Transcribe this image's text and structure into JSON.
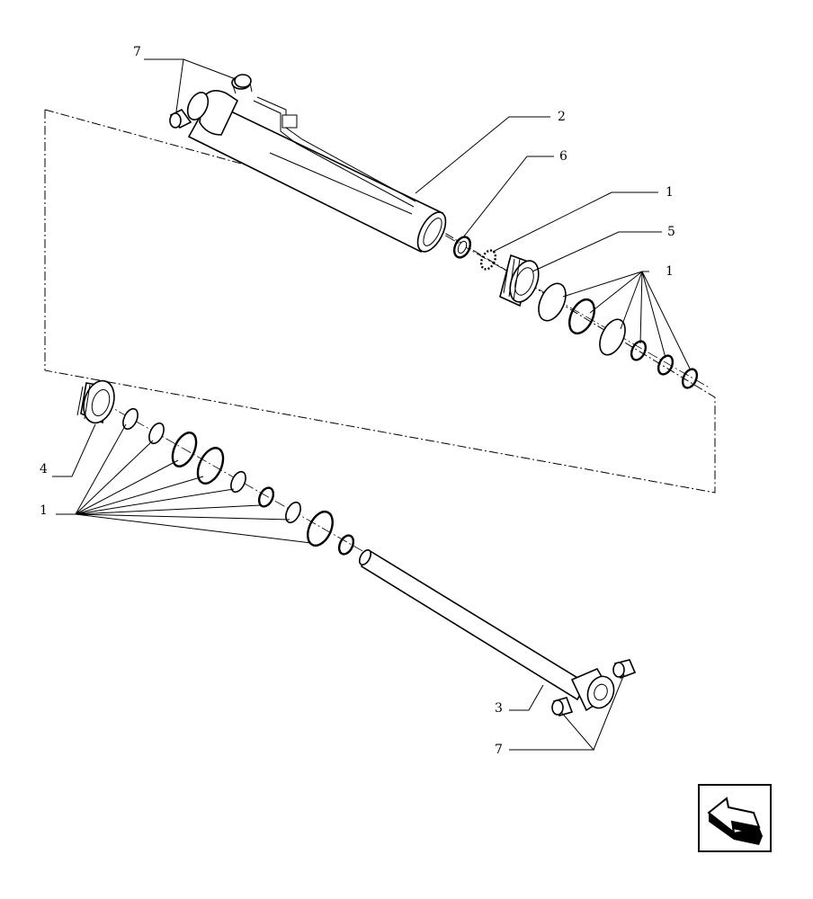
{
  "callouts": {
    "c7_top": "7",
    "c2": "2",
    "c6": "6",
    "c1_a": "1",
    "c5": "5",
    "c1_b": "1",
    "c4": "4",
    "c1_c": "1",
    "c3": "3",
    "c7_bottom": "7"
  },
  "nav_button": {
    "icon": "arrow-back-icon"
  }
}
